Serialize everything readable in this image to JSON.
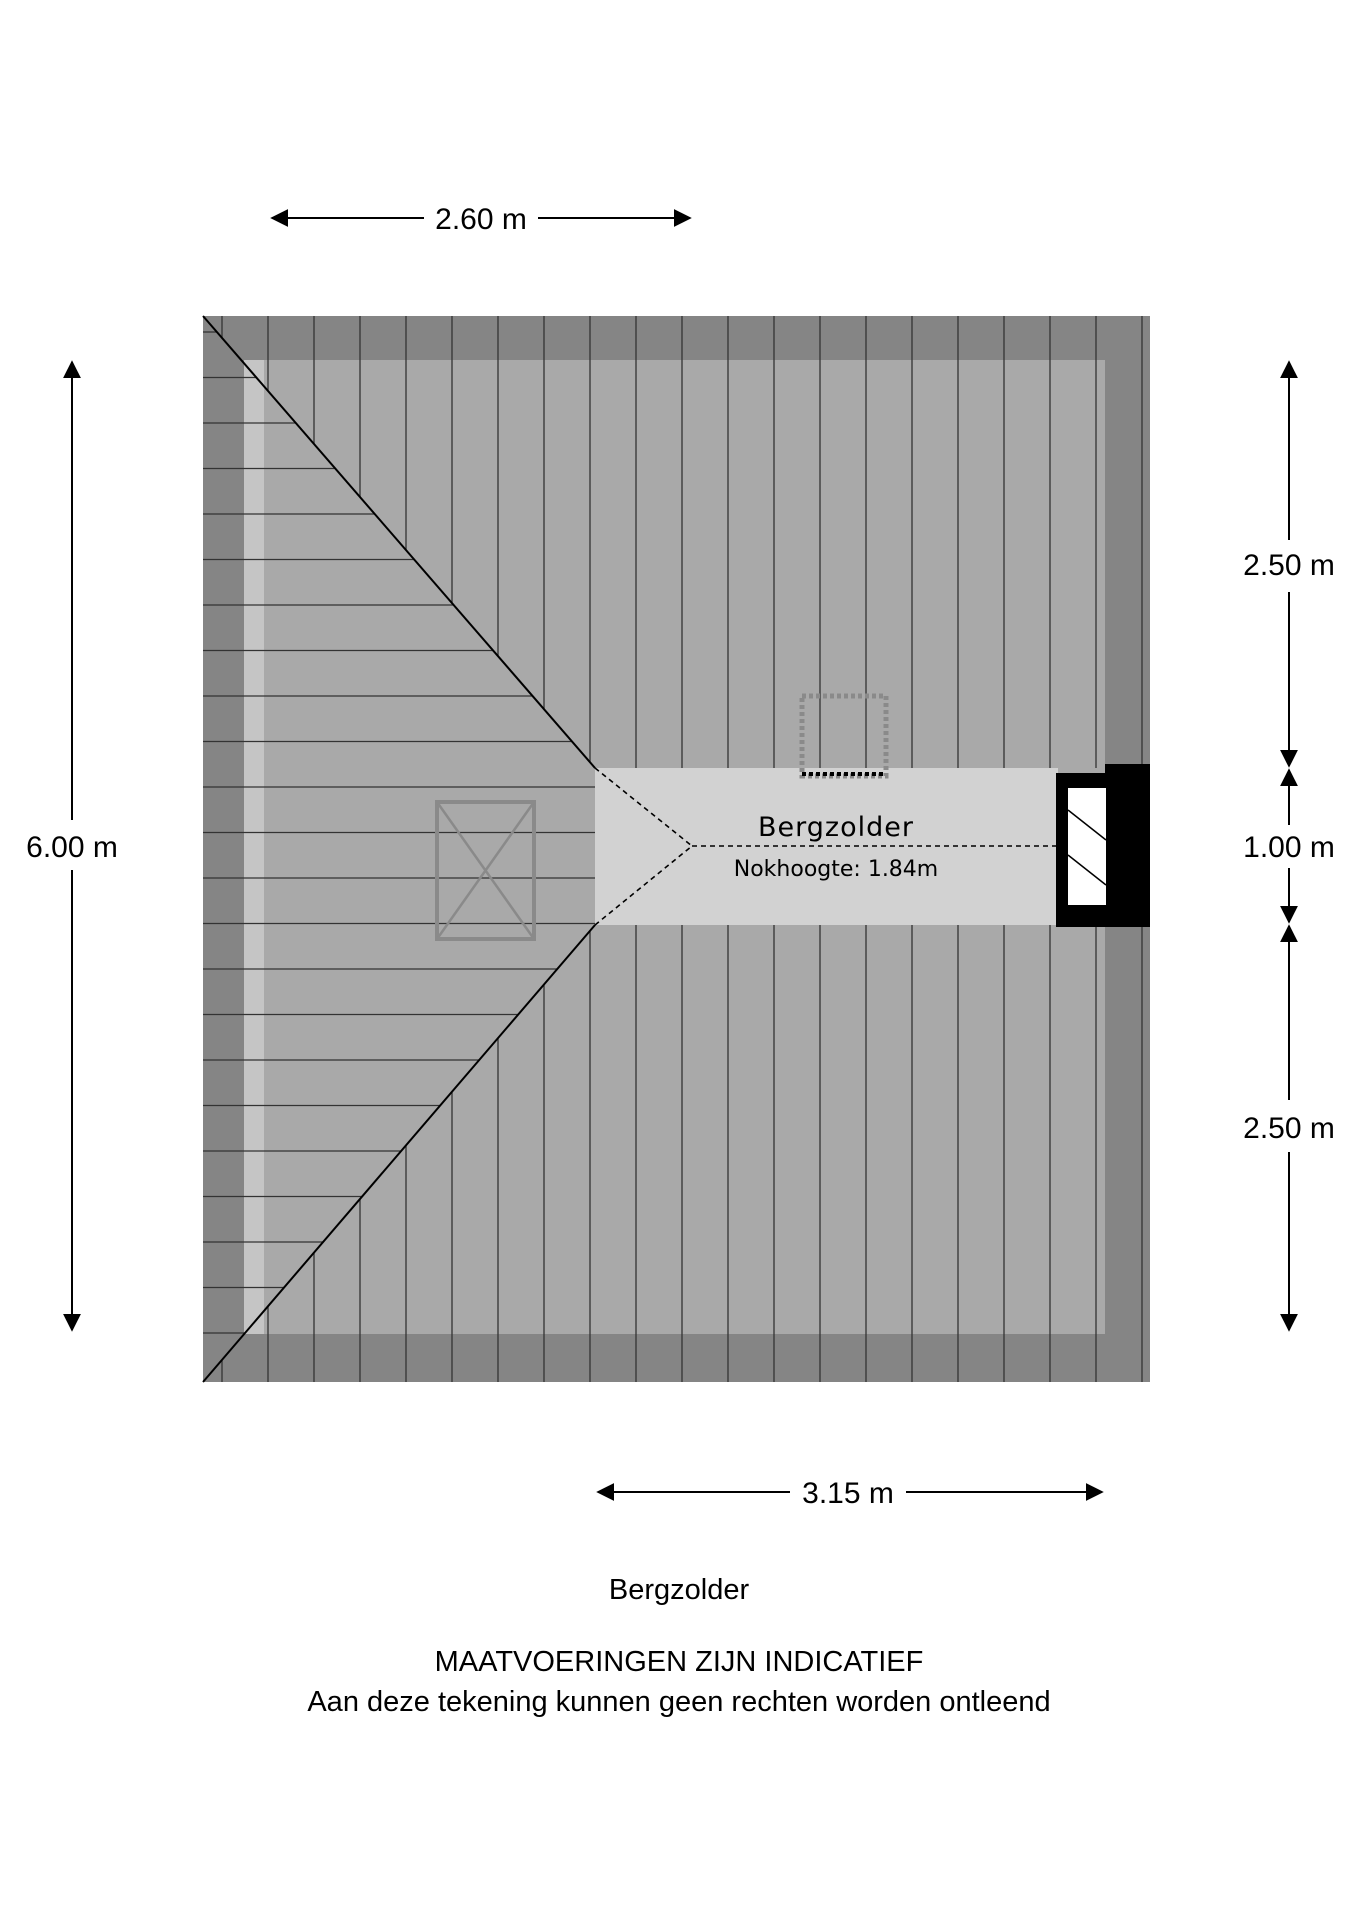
{
  "dimensions": {
    "top_width": "2.60 m",
    "left_height": "6.00 m",
    "right_top": "2.50 m",
    "right_middle": "1.00 m",
    "right_bottom": "2.50 m",
    "bottom_width": "3.15 m"
  },
  "room": {
    "name": "Bergzolder",
    "ridge_height": "Nokhoogte: 1.84m"
  },
  "footer": {
    "floor_name": "Bergzolder",
    "disclaimer_1": "MAATVOERINGEN ZIJN INDICATIEF",
    "disclaimer_2": "Aan deze tekening kunnen geen rechten worden ontleend"
  },
  "colors": {
    "roof_edge": "#858585",
    "roof_face": "#a9a9a9",
    "floor_strip": "#d2d2d2",
    "chimney": "#000000"
  }
}
